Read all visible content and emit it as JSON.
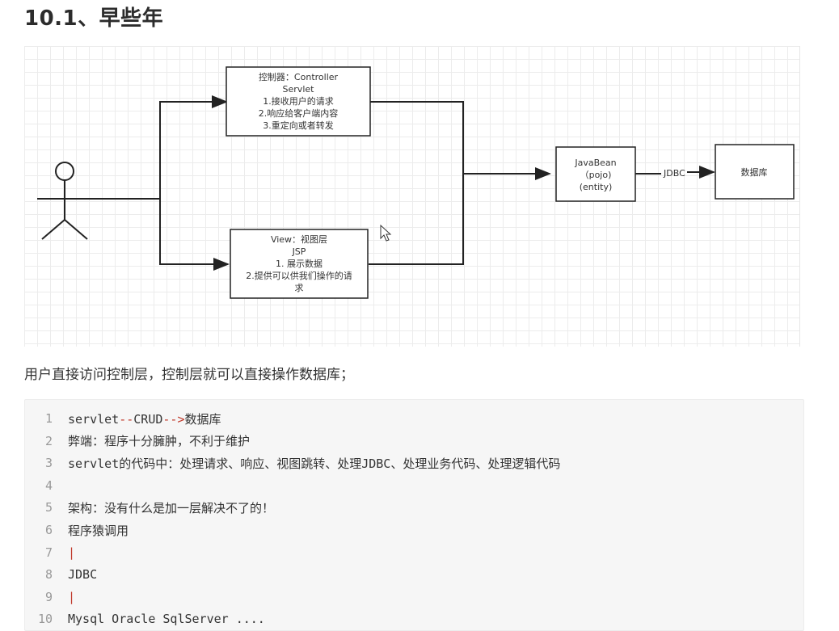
{
  "page": {
    "heading": "10.1、早些年",
    "description": "用户直接访问控制层，控制层就可以直接操作数据库；"
  },
  "diagram": {
    "controller": {
      "lines": [
        "控制器：Controller",
        "Servlet",
        "1.接收用户的请求",
        "2.响应给客户端内容",
        "3.重定向或者转发"
      ]
    },
    "view": {
      "lines": [
        "View：视图层",
        "JSP",
        "1. 展示数据",
        "2.提供可以供我们操作的请",
        "求"
      ]
    },
    "javabean": {
      "lines": [
        "JavaBean",
        "（pojo)",
        "(entity)"
      ]
    },
    "jdbc_label": "JDBC",
    "database": "数据库"
  },
  "code": {
    "lines": [
      {
        "num": "1",
        "parts": [
          {
            "t": "servlet"
          },
          {
            "t": "--",
            "red": true
          },
          {
            "t": "CRUD"
          },
          {
            "t": "-->",
            "red": true
          },
          {
            "t": "数据库"
          }
        ]
      },
      {
        "num": "2",
        "parts": [
          {
            "t": "弊端：程序十分臃肿，不利于维护"
          }
        ]
      },
      {
        "num": "3",
        "parts": [
          {
            "t": "servlet的代码中：处理请求、响应、视图跳转、处理JDBC、处理业务代码、处理逻辑代码"
          }
        ]
      },
      {
        "num": "4",
        "parts": [
          {
            "t": ""
          }
        ]
      },
      {
        "num": "5",
        "parts": [
          {
            "t": "架构：没有什么是加一层解决不了的！"
          }
        ]
      },
      {
        "num": "6",
        "parts": [
          {
            "t": "程序猿调用"
          }
        ]
      },
      {
        "num": "7",
        "parts": [
          {
            "t": "|",
            "red": true
          }
        ]
      },
      {
        "num": "8",
        "parts": [
          {
            "t": "JDBC"
          }
        ]
      },
      {
        "num": "9",
        "parts": [
          {
            "t": "|",
            "red": true
          }
        ]
      },
      {
        "num": "10",
        "parts": [
          {
            "t": "Mysql Oracle SqlServer ...."
          }
        ]
      }
    ]
  }
}
